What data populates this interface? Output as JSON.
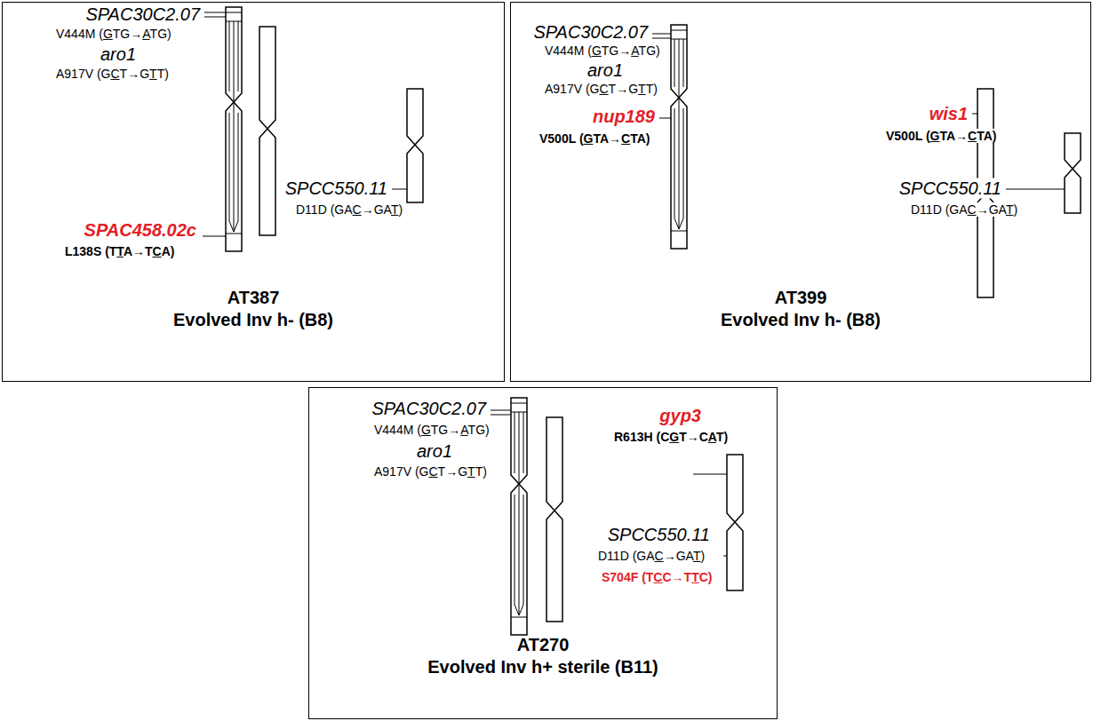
{
  "diagram": {
    "nodes": [
      {
        "text": [
          "AT387",
          "Evolved Inv h- (B8)"
        ]
      },
      {
        "text": [
          "AT399",
          "Evolved Inv h- (B8)"
        ]
      },
      {
        "text": [
          "AT270",
          "Evolved Inv h+ sterile (B11)"
        ]
      }
    ],
    "labels": [
      "SPAC30C2.07",
      "V444M (GTG→ATG)",
      "aro1",
      "A917V (GCT→GTT)",
      "SPAC458.02c",
      "L138S (TTA→TCA)",
      "SPCC550.11",
      "D11D (GAC→GAT)",
      "SPAC30C2.07",
      "V444M (GTG→ATG)",
      "aro1",
      "A917V (GCT→GTT)",
      "nup189",
      "V500L (GTA→CTA)",
      "wis1",
      "V500L (GTA→CTA)",
      "SPCC550.11",
      "D11D (GAC→GAT)",
      "SPAC30C2.07",
      "V444M (GTG→ATG)",
      "aro1",
      "A917V (GCT→GTT)",
      "gyp3",
      "R613H (CGT→CAT)",
      "SPCC550.11",
      "D11D (GAC→GAT)",
      "S704F (TCC→TTC)"
    ]
  }
}
